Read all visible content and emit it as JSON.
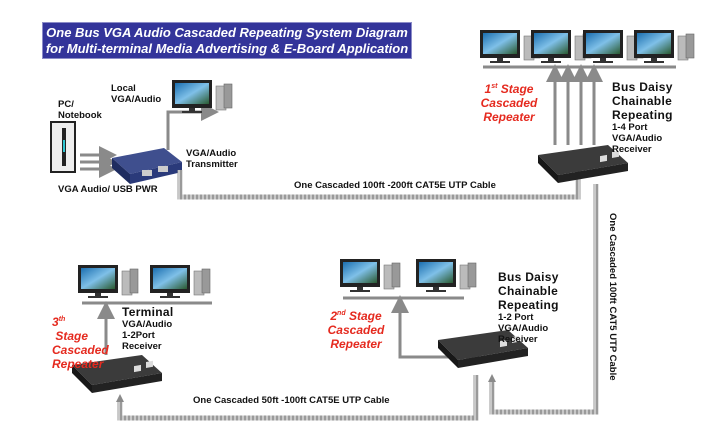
{
  "title": {
    "line1": "One Bus VGA Audio Cascaded Repeating System Diagram",
    "line2": "for Multi-terminal Media Advertising & E-Board Application"
  },
  "colors": {
    "title_bg": "#33349a",
    "stage_red": "#e52a1f",
    "cable_gray": "#8a8a8a"
  },
  "source": {
    "pc_label_1": "PC/",
    "pc_label_2": "Notebook",
    "local_label_1": "Local",
    "local_label_2": "VGA/Audio",
    "transmitter_label_1": "VGA/Audio",
    "transmitter_label_2": "Transmitter",
    "input_label": "VGA Audio/ USB PWR"
  },
  "stage1": {
    "stage_num": "1",
    "stage_sup": "st",
    "stage_word": "Stage",
    "line2": "Cascaded",
    "line3": "Repeater",
    "desc_1": "Bus Daisy",
    "desc_2": "Chainable",
    "desc_3": "Repeating",
    "desc_4": "1-4 Port",
    "desc_5": "VGA/Audio",
    "desc_6": "Receiver"
  },
  "stage2": {
    "stage_num": "2",
    "stage_sup": "nd",
    "stage_word": "Stage",
    "line2": "Cascaded",
    "line3": "Repeater",
    "desc_1": "Bus Daisy",
    "desc_2": "Chainable",
    "desc_3": "Repeating",
    "desc_4": "1-2 Port",
    "desc_5": "VGA/Audio",
    "desc_6": "Receiver"
  },
  "stage3": {
    "stage_num": "3",
    "stage_sup": "th",
    "stage_word": "Stage",
    "line2": "Cascaded",
    "line3": "Repeater",
    "desc_1": "Terminal",
    "desc_2": "VGA/Audio",
    "desc_3": "1-2Port",
    "desc_4": "Receiver"
  },
  "cables": {
    "cable1": "One Cascaded 100ft -200ft CAT5E UTP Cable",
    "cable2": "One Cascaded 100ft CAT5 UTP Cable",
    "cable3": "One Cascaded 50ft -100ft CAT5E UTP Cable"
  }
}
